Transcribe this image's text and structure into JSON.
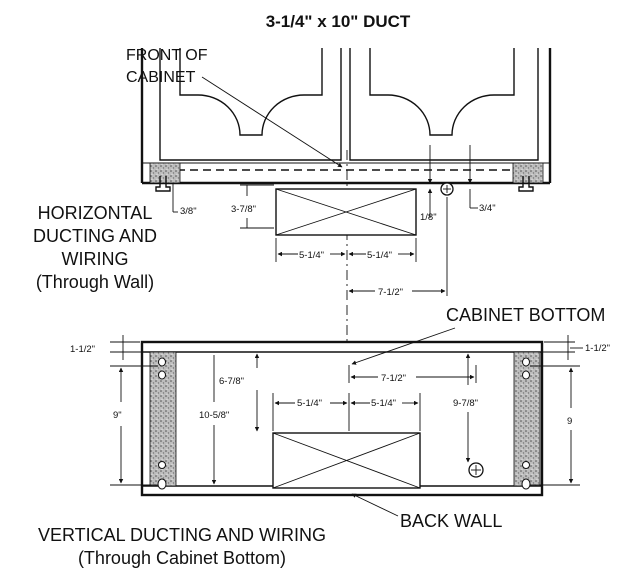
{
  "title": "3-1/4\" x 10\" DUCT",
  "labels": {
    "front_of_cabinet_1": "FRONT OF",
    "front_of_cabinet_2": "CABINET",
    "horizontal_1": "HORIZONTAL",
    "horizontal_2": "DUCTING AND",
    "horizontal_3": "WIRING",
    "horizontal_4": "(Through Wall)",
    "cabinet_bottom": "CABINET BOTTOM",
    "back_wall": "BACK WALL",
    "vertical_1": "VERTICAL DUCTING AND WIRING",
    "vertical_2": "(Through Cabinet Bottom)"
  },
  "dimensions": {
    "top": {
      "d_3_8": "3/8\"",
      "d_3_7_8": "3-7/8\"",
      "d_1_8": "1/8\"",
      "d_3_4": "3/4\"",
      "d_5_1_4_left": "5-1/4\"",
      "d_5_1_4_right": "5-1/4\"",
      "d_7_1_2": "7-1/2\""
    },
    "bottom": {
      "d_1_1_2_left": "1-1/2\"",
      "d_1_1_2_right": "1-1/2\"",
      "d_9_left": "9\"",
      "d_9_right": "9",
      "d_6_7_8": "6-7/8\"",
      "d_10_5_8": "10-5/8\"",
      "d_7_1_2": "7-1/2\"",
      "d_5_1_4_left": "5-1/4\"",
      "d_5_1_4_right": "5-1/4\"",
      "d_9_7_8": "9-7/8\""
    }
  }
}
